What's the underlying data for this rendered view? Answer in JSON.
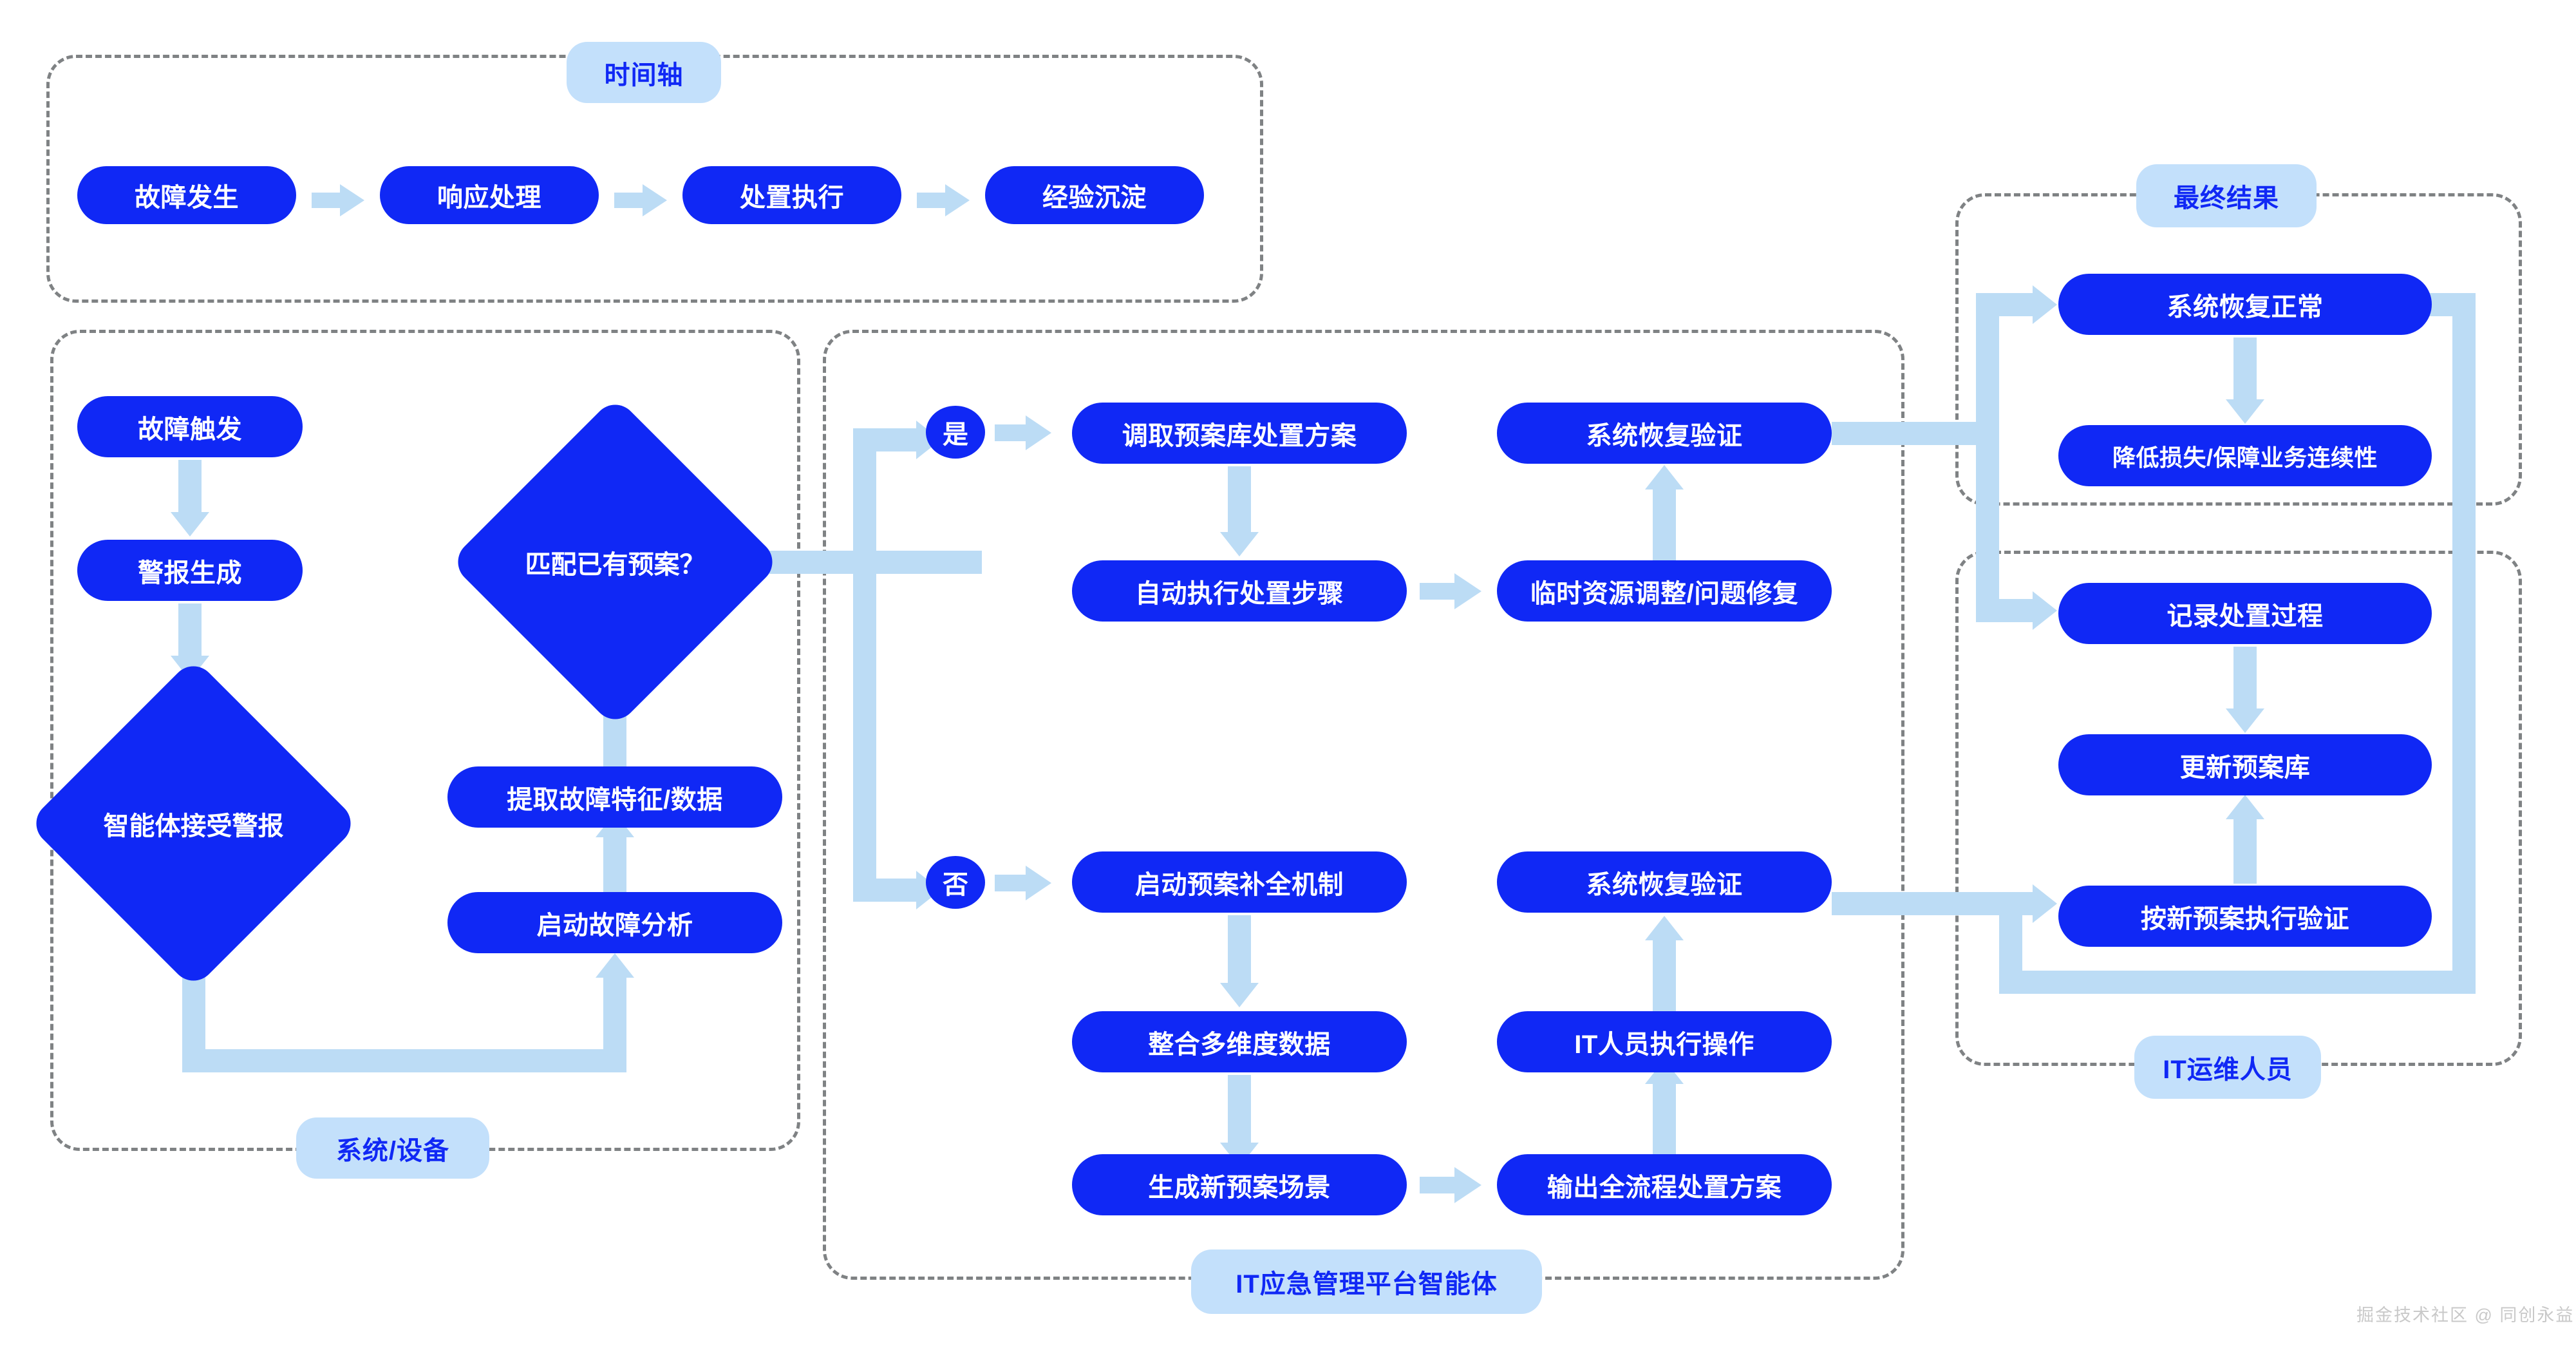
{
  "diagram": {
    "title_chips": {
      "timeline": "时间轴",
      "system_device": "系统/设备",
      "agent_platform": "IT应急管理平台智能体",
      "final_result": "最终结果",
      "it_ops_staff": "IT运维人员"
    },
    "timeline_steps": [
      "故障发生",
      "响应处理",
      "处置执行",
      "经验沉淀"
    ],
    "system_lane": {
      "fault_trigger": "故障触发",
      "alarm_generate": "警报生成",
      "agent_receive_alarm": "智能体接受警报",
      "start_fault_analysis": "启动故障分析",
      "extract_fault_features": "提取故障特征/数据",
      "match_existing_plan": "匹配已有预案？"
    },
    "branch_labels": {
      "yes": "是",
      "no": "否"
    },
    "agent_lane": {
      "yes_branch": [
        "调取预案库处置方案",
        "自动执行处置步骤",
        "临时资源调整/问题修复",
        "系统恢复验证"
      ],
      "no_branch": [
        "启动预案补全机制",
        "整合多维度数据",
        "生成新预案场景",
        "输出全流程处置方案",
        "IT人员执行操作",
        "系统恢复验证"
      ]
    },
    "result_lane": {
      "system_recovered": "系统恢复正常",
      "reduce_loss": "降低损失/保障业务连续性"
    },
    "ops_lane": {
      "record_process": "记录处置过程",
      "update_plan_library": "更新预案库",
      "verify_new_plan": "按新预案执行验证"
    },
    "watermark": "掘金技术社区 @ 同创永益",
    "colors": {
      "node_blue": "#1028f5",
      "connector_blue": "#bcdcf5",
      "chip_blue": "#c3e0fb",
      "panel_dash": "#7f8284",
      "watermark_grey": "#c9c9c9"
    }
  }
}
